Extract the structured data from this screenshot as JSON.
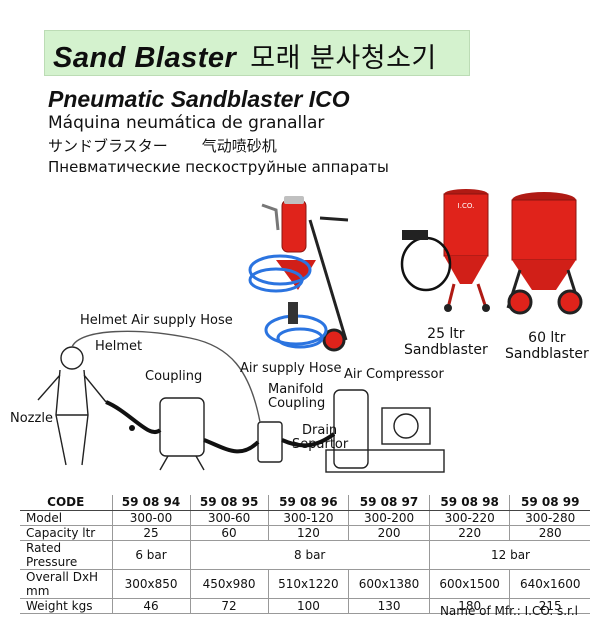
{
  "banner": {
    "title": "Sand Blaster",
    "title_korean": "모래 분사청소기",
    "background": "#d4f2ce"
  },
  "product": {
    "name": "Pneumatic Sandblaster ICO",
    "spanish": "Máquina neumática de granallar",
    "japanese": "サンドブラスター",
    "chinese": "气动喷砂机",
    "russian": "Пневматические пескоструйные аппараты"
  },
  "photos": {
    "p25_label1": "25 ltr",
    "p25_label2": "Sandblaster",
    "p60_label1": "60 ltr",
    "p60_label2": "Sandblaster",
    "accent_red": "#e0231b",
    "hose_blue": "#2b74e0",
    "brand_text": "I.CO."
  },
  "diagram": {
    "helmet_hose": "Helmet Air supply Hose",
    "helmet": "Helmet",
    "coupling": "Coupling",
    "nozzle": "Nozzle",
    "air_supply_hose": "Air supply Hose",
    "air_compressor": "Air Compressor",
    "manifold1": "Manifold",
    "manifold2": "Coupling",
    "drain1": "Drain",
    "drain2": "Separtor"
  },
  "table": {
    "headers": [
      "CODE",
      "59 08 94",
      "59 08 95",
      "59 08 96",
      "59 08 97",
      "59 08 98",
      "59 08 99"
    ],
    "model_label": "Model",
    "model": [
      "300-00",
      "300-60",
      "300-120",
      "300-200",
      "300-220",
      "300-280"
    ],
    "capacity_label": "Capacity ltr",
    "capacity": [
      "25",
      "60",
      "120",
      "200",
      "220",
      "280"
    ],
    "pressure_label": "Rated Pressure",
    "pressure": [
      "6 bar",
      "8 bar",
      "12 bar"
    ],
    "dim_label": "Overall DxH mm",
    "dims": [
      "300x850",
      "450x980",
      "510x1220",
      "600x1380",
      "600x1500",
      "640x1600"
    ],
    "weight_label": "Weight kgs",
    "weights": [
      "46",
      "72",
      "100",
      "130",
      "180",
      "215"
    ]
  },
  "manufacturer": "Name of Mfr.: I.CO. s.r.l"
}
